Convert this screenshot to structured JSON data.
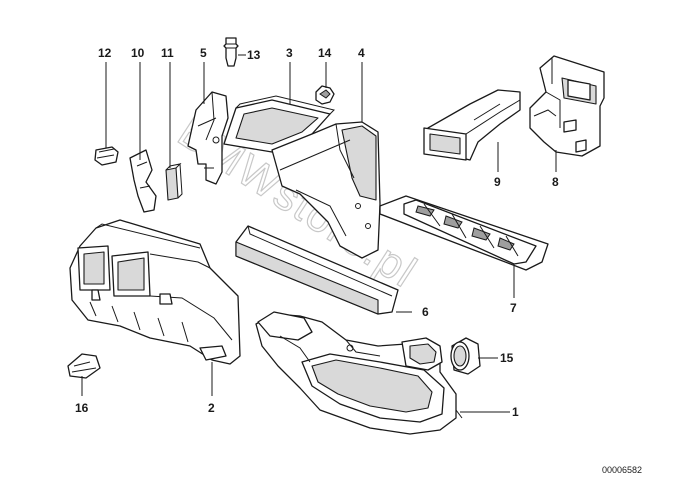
{
  "watermark": "BMWstore.pl",
  "reference_code": "00006582",
  "callouts": {
    "c1": "1",
    "c2": "2",
    "c3": "3",
    "c4": "4",
    "c5": "5",
    "c6": "6",
    "c7": "7",
    "c8": "8",
    "c9": "9",
    "c10": "10",
    "c11": "11",
    "c12": "12",
    "c13": "13",
    "c14": "14",
    "c15": "15",
    "c16": "16"
  }
}
